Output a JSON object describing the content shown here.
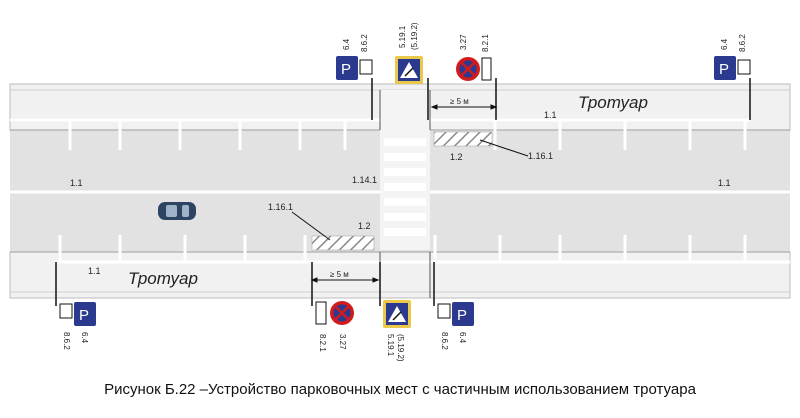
{
  "colors": {
    "road": "#e2e2e2",
    "sidewalk": "#f1f1f1",
    "curb": "#bdbdbd",
    "sign_blue": "#2b3a8f",
    "sign_red": "#d21b1b",
    "car": "#2d4563"
  },
  "sidewalk_label": "Тротуар",
  "marking_labels": {
    "top_line": "1.1",
    "left_line": "1.1",
    "right_line": "1.1",
    "bottom_line": "1.1",
    "center_left": "1.1",
    "center_right": "1.1",
    "crosswalk": "1.14.1",
    "parking_top": "1.2",
    "parking_bottom": "1.2",
    "hatch_top": "1.16.1",
    "hatch_bottom": "1.16.1"
  },
  "distance_label": "≥ 5 м",
  "signs": {
    "parking_code": "6.4",
    "parking_plate": "8.6.2",
    "parking_letter": "P",
    "crossing_code": "5.19.1",
    "crossing_alt": "(5.19.2)",
    "no_stop_code": "3.27",
    "no_stop_plate": "8.2.1"
  },
  "icons": [
    "parking-sign-icon",
    "crosswalk-sign-icon",
    "no-stopping-sign-icon",
    "car-icon"
  ],
  "caption": "Рисунок Б.22 –Устройство парковочных мест с частичным использованием тротуара"
}
